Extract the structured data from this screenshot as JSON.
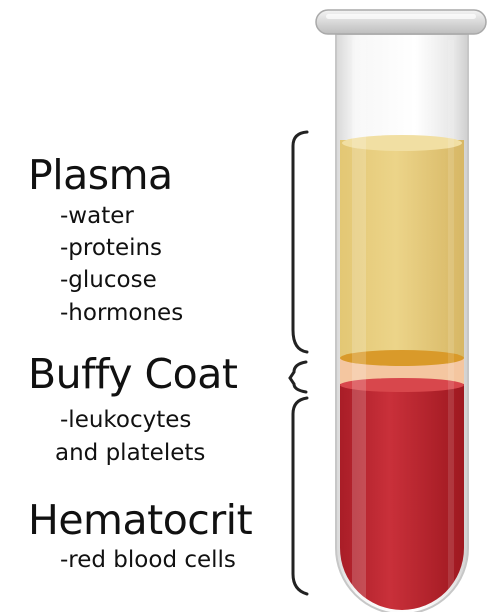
{
  "sections": {
    "plasma": {
      "title": "Plasma",
      "items": [
        "-water",
        "-proteins",
        "-glucose",
        "-hormones"
      ],
      "color": "#E9CF7C"
    },
    "buffy_coat": {
      "title": "Buffy Coat",
      "items": [
        "-leukocytes",
        "and platelets"
      ],
      "color": "#F6C9A8"
    },
    "hematocrit": {
      "title": "Hematocrit",
      "items": [
        "-red blood cells"
      ],
      "color": "#B8222C"
    }
  }
}
